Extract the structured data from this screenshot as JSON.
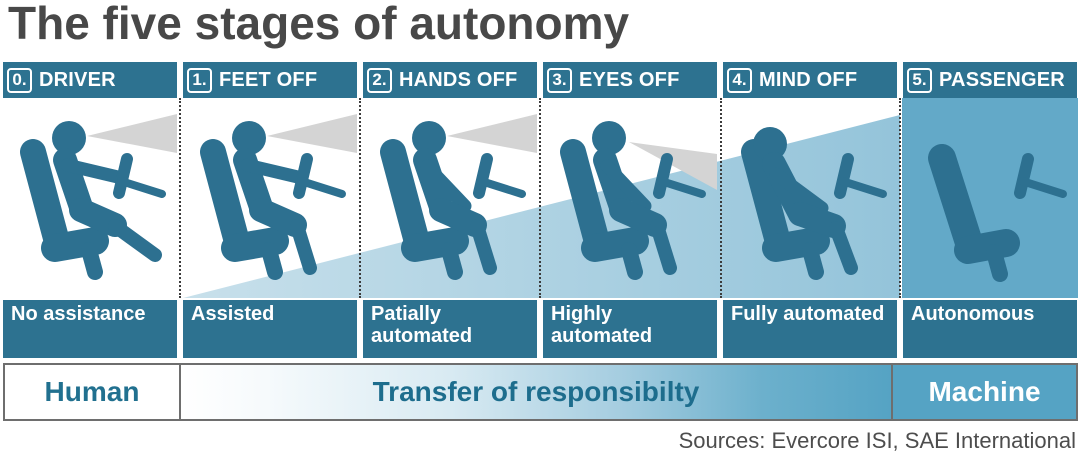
{
  "title": "The five stages of autonomy",
  "stages": [
    {
      "num": "0.",
      "header": "DRIVER",
      "label": "No assistance"
    },
    {
      "num": "1.",
      "header": "FEET OFF",
      "label": "Assisted"
    },
    {
      "num": "2.",
      "header": "HANDS OFF",
      "label": "Patially automated"
    },
    {
      "num": "3.",
      "header": "EYES OFF",
      "label": "Highly automated"
    },
    {
      "num": "4.",
      "header": "MIND OFF",
      "label": "Fully automated"
    },
    {
      "num": "5.",
      "header": "PASSENGER",
      "label": "Autonomous"
    }
  ],
  "footer": {
    "left": "Human",
    "center": "Transfer of responsibilty",
    "right": "Machine"
  },
  "sources": "Sources: Evercore ISI, SAE International",
  "icons": [
    "stage-0-driver-figure-icon",
    "stage-1-feet-off-figure-icon",
    "stage-2-hands-off-figure-icon",
    "stage-3-eyes-off-figure-icon",
    "stage-4-mind-off-figure-icon",
    "stage-5-empty-seat-icon"
  ],
  "colors": {
    "teal_bar": "#2d7290",
    "figure_teal": "#2d7090",
    "wedge_left": "#c8e0eb",
    "wedge_right": "#94c4da",
    "stage5_background": "#63a9c8",
    "machine_background": "#55a3c4",
    "vision_cone_gray": "#d4d4d4",
    "title_gray": "#484848",
    "footer_border_gray": "#6e6e6e"
  }
}
